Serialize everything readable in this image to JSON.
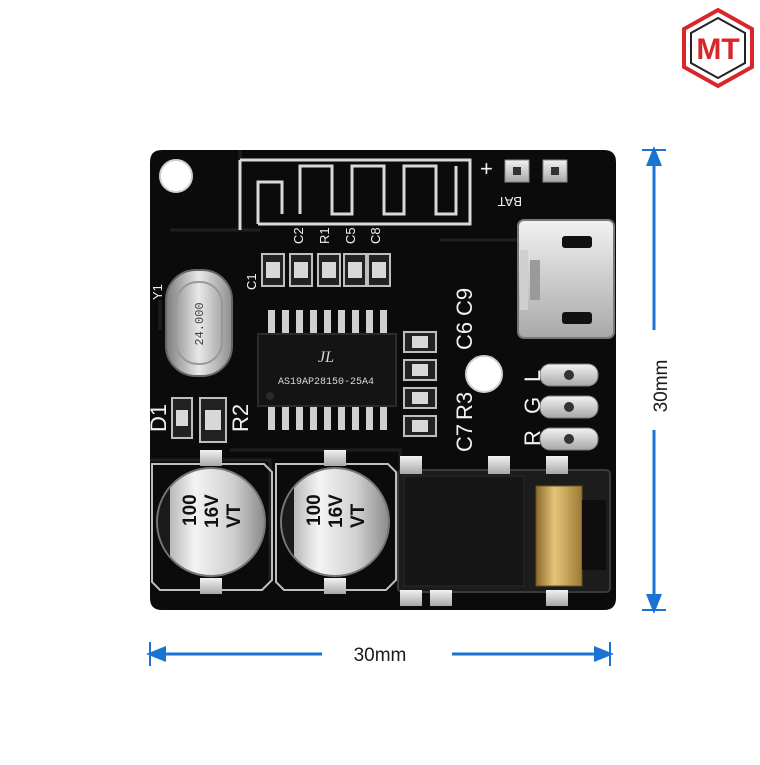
{
  "logo": {
    "letters": "MT",
    "primary_color": "#d8262c",
    "secondary_color": "#222222"
  },
  "dimensions": {
    "width_label": "30mm",
    "height_label": "30mm",
    "arrow_color": "#1a73d0"
  },
  "board": {
    "color": "#0b0b0b",
    "silkscreen_color": "#f2f2f2",
    "battery_label": "BAT",
    "plus_label": "+",
    "capacitor_labels": [
      "C2",
      "R1",
      "C5",
      "C8",
      "C1"
    ],
    "crystal_label": "Y1",
    "crystal_marking": "24.000",
    "chip_logo": "JL",
    "chip_marking": "AS19AP28150-25A4",
    "side_labels": [
      "C6",
      "C9",
      "C7",
      "R3"
    ],
    "lower_labels": [
      "D1",
      "R2"
    ],
    "audio_channels": [
      "R",
      "G",
      "L"
    ],
    "electrolytic_caps": [
      {
        "value": "100",
        "voltage": "16V",
        "brand": "VT"
      },
      {
        "value": "100",
        "voltage": "16V",
        "brand": "VT"
      }
    ]
  }
}
